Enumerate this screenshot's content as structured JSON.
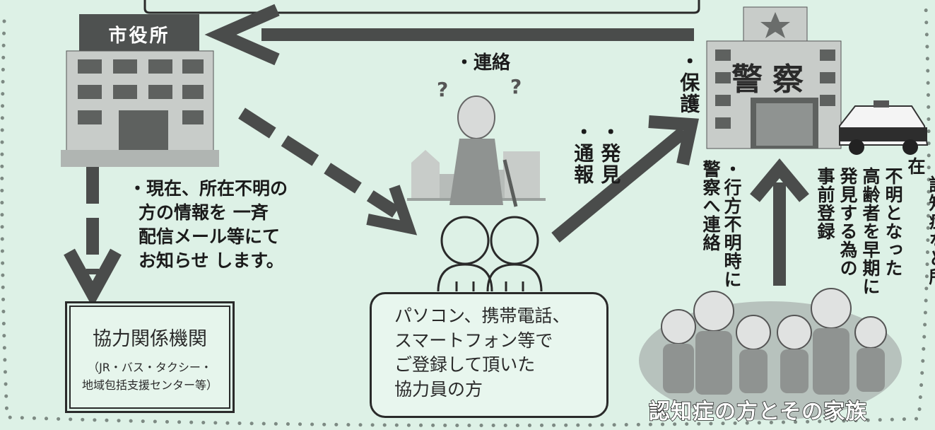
{
  "city_hall": {
    "sign": "市役所"
  },
  "police": {
    "sign": "警察"
  },
  "arrows": {
    "contact": "・連絡",
    "protect": "・保護",
    "report_discover": [
      "・通報",
      "・発見"
    ],
    "missing_contact": "・行方不明時に警察へ連絡"
  },
  "broadcast": {
    "lines": [
      "・現在、所在不明の",
      "方の情報を 一斉",
      "配信メール等にて",
      "お知らせ します。"
    ]
  },
  "pre_registration": {
    "lines": [
      "・認知症など所在",
      "不明となった",
      "高齢者を早期に",
      "発見する為の",
      "事前登録"
    ]
  },
  "agency_box": {
    "title": "協力関係機関",
    "sub": [
      "（JR・バス・タクシー・",
      "地域包括支援センター等）"
    ]
  },
  "member_box": {
    "lines": [
      "パソコン、携帯電話、",
      "スマートフォン等で",
      "ご登録して頂いた",
      "協力員の方"
    ]
  },
  "family": {
    "caption": "認知症の方とその家族"
  },
  "colors": {
    "background": "#ddf1e6",
    "ink": "#2a2a2a",
    "building": "#c8ccc9",
    "window": "#5e615f",
    "cloud": "#b7c2bd"
  }
}
